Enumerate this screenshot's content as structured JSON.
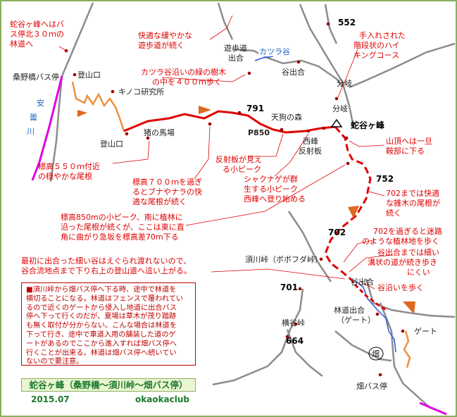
{
  "places": {
    "kuwanohashi_bus": "桑野橋バス停",
    "tozanguchi_top": "登山口",
    "kinoko": "キノコ研究所",
    "tozanguchi_mid": "登山口",
    "inoumaba": "猪の馬場",
    "tengu": "天狗の森",
    "p850": "P850",
    "nishimine_a": "西峰",
    "nishimine_b": "反射板",
    "summit": "蛇谷ヶ峰",
    "yuhodo_a": "遊歩道",
    "yuhodo_b": "出合",
    "katsura": "カツラ谷",
    "tanideai": "谷出合",
    "bunki1": "分岐",
    "bunki2": "分岐",
    "sugawa": "須川峠（ボボフダ峠）",
    "tanideai2": "谷出合",
    "rindo_a": "林道出合",
    "rindo_b": "（ゲート）",
    "gate": "ゲート",
    "yokotani": "横谷峠",
    "hata": "畑",
    "hata_bus": "畑バス停",
    "river1": "安",
    "river2": "曇",
    "river3": "川"
  },
  "elevations": {
    "e552": "552",
    "e791": "791",
    "e752": "752",
    "e702": "702",
    "e701": "701",
    "e664": "664"
  },
  "annotations": {
    "a1": [
      "蛇谷ヶ峰へはバ",
      "ス停北３０ｍの",
      "林道へ"
    ],
    "a2": [
      "快適な緩やかな",
      "遊歩道が続く"
    ],
    "a3": [
      "手入れされた",
      "階段状のハイ",
      "キングコース"
    ],
    "a4": [
      "カツラ谷沿いの緑の樹木",
      "の中を４００ｍ歩く"
    ],
    "a5": [
      "標高５５０ｍ付近",
      "の穏やかな尾根"
    ],
    "a6": [
      "標高７００ｍを過ぎ",
      "るとブナやナラの快",
      "適な尾根が続く"
    ],
    "a7": [
      "反射板が見え",
      "る小ピーク"
    ],
    "a8": [
      "シャクナゲが群",
      "生する小ピーク",
      "西峰へ登り始める"
    ],
    "a9": [
      "山頂へは一旦",
      "鞍部に下る"
    ],
    "a10": [
      "702までは快適",
      "な雑木の尾根が",
      "続く"
    ],
    "a11": [
      "標高850mの小ピーク、南に植林に",
      "沿った尾根が続くが、ここは東に直",
      "角に曲がり急坂を標高差70m下る"
    ],
    "a12": [
      "702を過ぎると迷路",
      "のような植林地を歩く"
    ],
    "a13": [
      "谷出合までは細い",
      "溝状の道が続き歩き",
      "にくい"
    ],
    "a14": [
      "最初に出合った細い谷はえぐられ渡れないので、",
      "谷合流地点まで下り右上の登山道へ這い上がる。"
    ],
    "a15": "谷沿いを歩く"
  },
  "note": [
    "■須川峠から畑バス停へ下る時、途中で林道を",
    "横切ることになる。林道はフェンスで覆われてい",
    "るので近くのゲートから侵入し地道に出合バス",
    "停へ下って行くのだが、夏場は草木が茂り踏跡",
    "も無く取付が分からない。こんな場合は林道を",
    "下って行き、途中で車道入用の舗装した道のゲ",
    "ートがあるのでここから進入すれば畑バス停へ",
    "行くことが出来る。林道は畑バス停へ続いてい",
    "ないので要注意。"
  ],
  "title": "蛇谷ヶ峰（桑野橋～須川峠～畑バス停）",
  "year": "2015.07",
  "club": "okaokaclub",
  "colors": {
    "route": "#e00000",
    "road": "#8c8c8c",
    "river": "#e000e0",
    "stream": "#2a56d8",
    "walk": "#f09040",
    "text_red": "#e00000",
    "title_green": "#1b7a2a"
  }
}
